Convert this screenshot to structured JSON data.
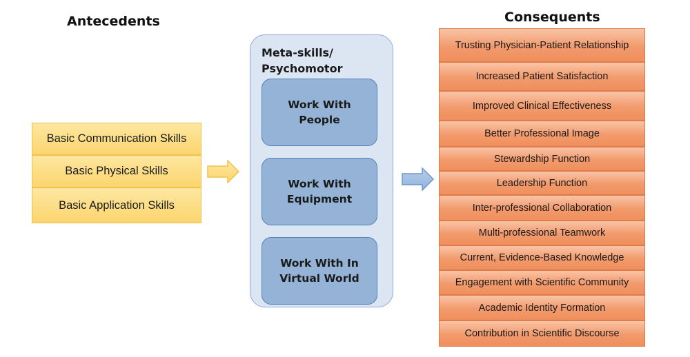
{
  "headings": {
    "antecedents": "Antecedents",
    "consequents": "Consequents"
  },
  "antecedents": [
    "Basic Communication Skills",
    "Basic Physical Skills",
    "Basic Application Skills"
  ],
  "meta": {
    "title": "Meta-skills/\nPsychomotor",
    "items": [
      "Work With\nPeople",
      "Work With\nEquipment",
      "Work With In\nVirtual World"
    ]
  },
  "consequents": [
    "Trusting Physician-Patient Relationship",
    "Increased Patient Satisfaction",
    "Improved Clinical Effectiveness",
    "Better Professional  Image",
    "Stewardship Function",
    "Leadership Function",
    "Inter-professional  Collaboration",
    "Multi-professional  Teamwork",
    "Current, Evidence-Based Knowledge",
    "Engagement with Scientific Community",
    "Academic Identity Formation",
    "Contribution  in Scientific  Discourse"
  ],
  "colors": {
    "antecedent_fill": "#fbd56f",
    "meta_fill": "#dce6f2",
    "meta_item_fill": "#95b3d7",
    "consequent_fill": "#f29a6c"
  }
}
